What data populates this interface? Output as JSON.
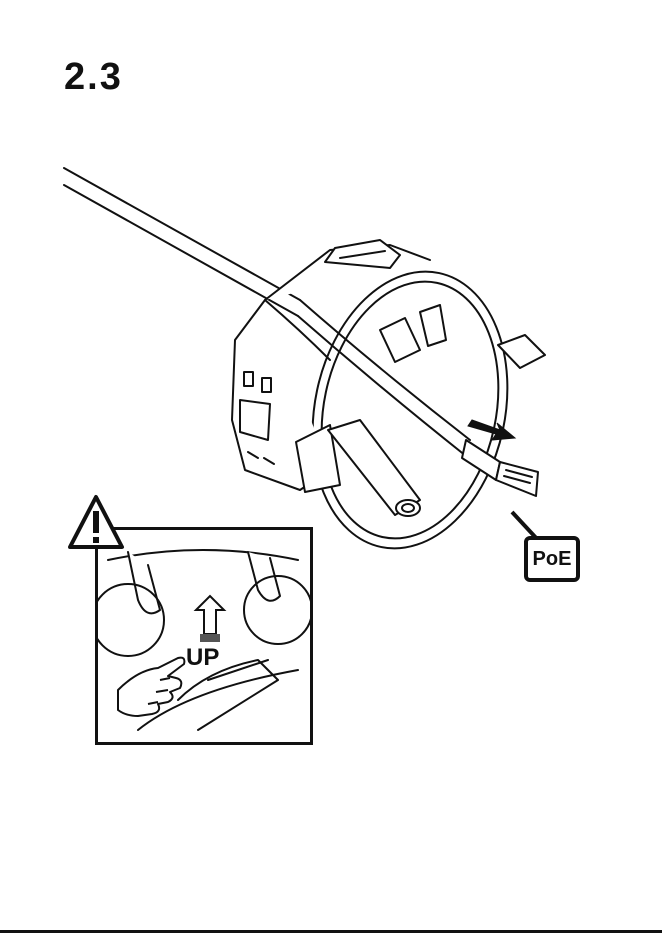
{
  "step": {
    "number": "2.3"
  },
  "badges": {
    "connector": "PoE"
  },
  "inset": {
    "direction_label": "UP"
  },
  "icons": {
    "warning": "warning-triangle-icon",
    "pull_arrow": "arrow-right-down-icon",
    "up_arrow": "arrow-up-icon",
    "hand": "pointing-hand-icon"
  }
}
